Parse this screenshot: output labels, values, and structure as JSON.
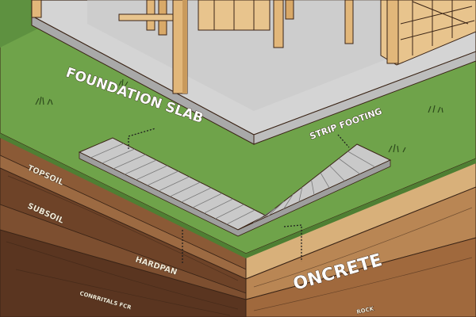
{
  "labels": {
    "foundation_slab": "FOUNDATION SLAB",
    "strip_footing": "STRIP FOOTING",
    "topsoil": "TOPSOIL",
    "subsoil": "SUBSOIL",
    "hardpan": "HARDPAN",
    "concrete": "ONCRETE",
    "bottom_left": "CONRRITALS FCR",
    "bottom_right": "ROCK"
  },
  "colors": {
    "grass": "#6fa34a",
    "grass_dark": "#4f7f33",
    "slab_top": "#d4d4d4",
    "slab_edge": "#a9a9a9",
    "footing": "#c9c9c9",
    "timber": "#e2b77a",
    "topsoil": "#8b5a36",
    "subsoil": "#6e4328",
    "hardpan": "#5a3520",
    "sand": "#d8b07a",
    "clay": "#b98654",
    "outline": "#3a2416"
  }
}
